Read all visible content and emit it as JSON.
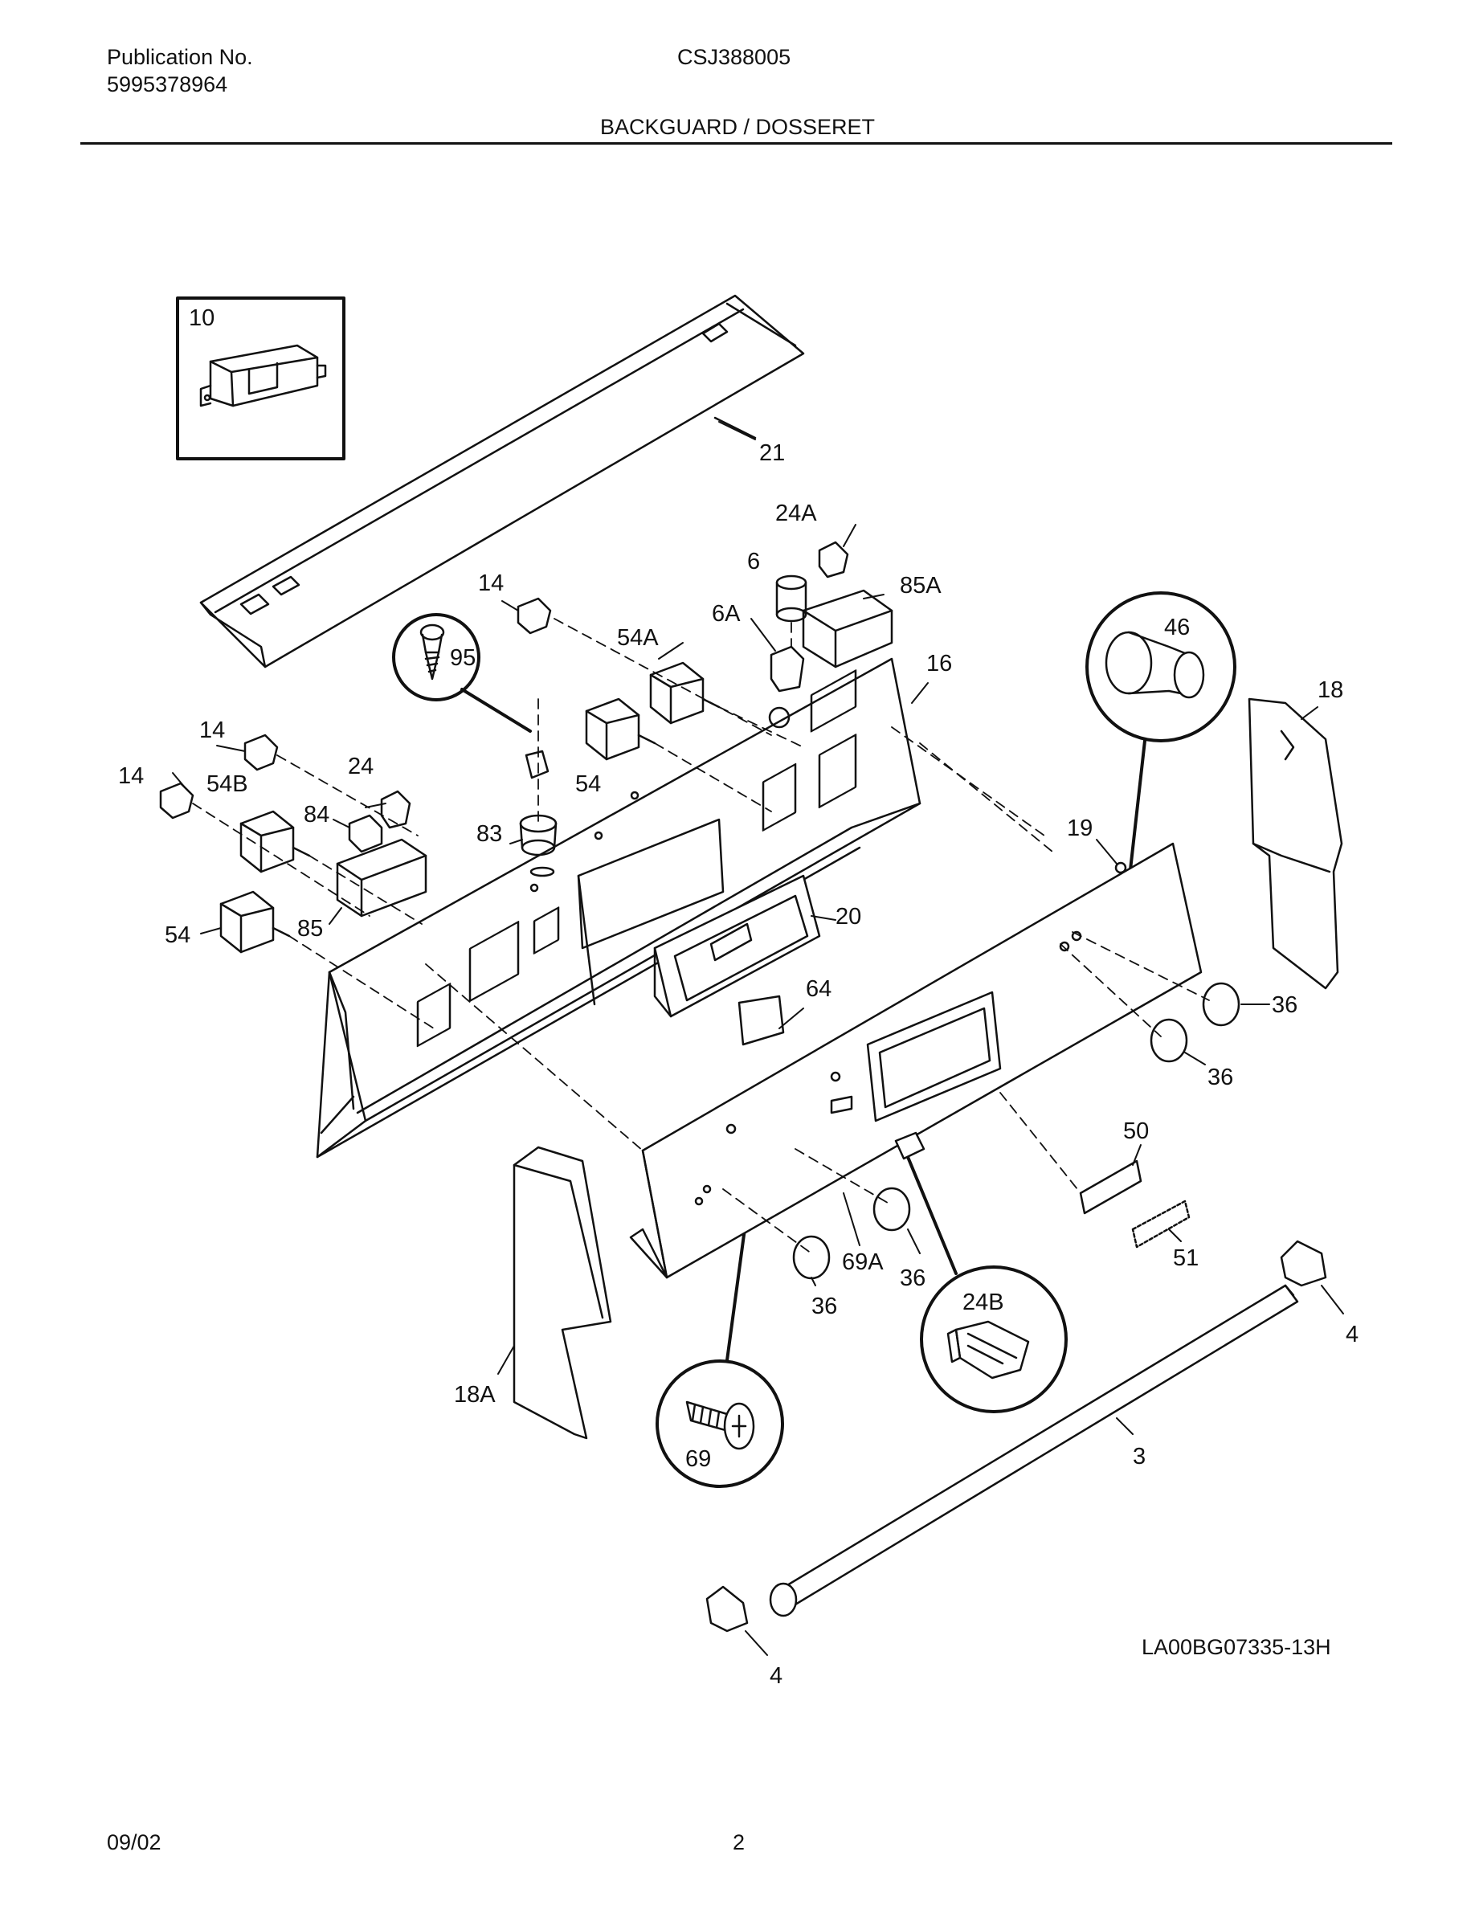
{
  "header": {
    "publication_label": "Publication No.",
    "publication_number": "5995378964",
    "model": "CSJ388005",
    "section_title": "BACKGUARD / DOSSERET"
  },
  "diagram": {
    "drawing_code": "LA00BG07335-13H",
    "callouts": {
      "c10": "10",
      "c21": "21",
      "c24A": "24A",
      "c6": "6",
      "c85A": "85A",
      "c14a": "14",
      "c6A": "6A",
      "c54A": "54A",
      "c95": "95",
      "c16": "16",
      "c46": "46",
      "c18": "18",
      "c14b": "14",
      "c14c": "14",
      "c24": "24",
      "c54B": "54B",
      "c84": "84",
      "c54a": "54",
      "c83": "83",
      "c19": "19",
      "c20": "20",
      "c54b": "54",
      "c85": "85",
      "c64": "64",
      "c36a": "36",
      "c36b": "36",
      "c50": "50",
      "c51": "51",
      "c69A": "69A",
      "c36c": "36",
      "c36d": "36",
      "c24B": "24B",
      "c4a": "4",
      "c18A": "18A",
      "c69": "69",
      "c3": "3",
      "c4b": "4"
    }
  },
  "footer": {
    "date": "09/02",
    "page": "2"
  }
}
